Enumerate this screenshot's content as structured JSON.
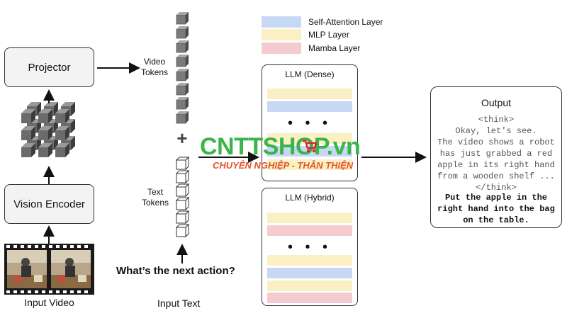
{
  "legend": {
    "items": [
      {
        "label": "Self-Attention Layer",
        "color": "#c7d8f5"
      },
      {
        "label": "MLP Layer",
        "color": "#fbf0c4"
      },
      {
        "label": "Mamba Layer",
        "color": "#f4ccd0"
      }
    ]
  },
  "left": {
    "projector": "Projector",
    "vision_encoder": "Vision Encoder",
    "input_video": "Input Video"
  },
  "tokens": {
    "video_tokens": "Video\nTokens",
    "text_tokens": "Text\nTokens",
    "plus": "+",
    "question": "What’s the next action?",
    "input_text": "Input Text"
  },
  "llm_dense": {
    "title": "LLM (Dense)",
    "dots": "• • •"
  },
  "llm_hybrid": {
    "title": "LLM (Hybrid)",
    "dots": "• • •"
  },
  "output": {
    "title": "Output",
    "think_open": "<think>",
    "think_lines": [
      "Okay, let's see.",
      "The video shows a robot",
      "has just grabbed a red",
      "apple in its right hand",
      "from a wooden shelf ..."
    ],
    "think_close": "</think>",
    "answer_lines": [
      "Put the apple in the",
      "right hand into the bag",
      "on the table."
    ]
  },
  "watermark": {
    "brand": "CNTTSHOP.vn",
    "slogan": "CHUYÊN NGHIỆP - THÂN THIỆN"
  }
}
